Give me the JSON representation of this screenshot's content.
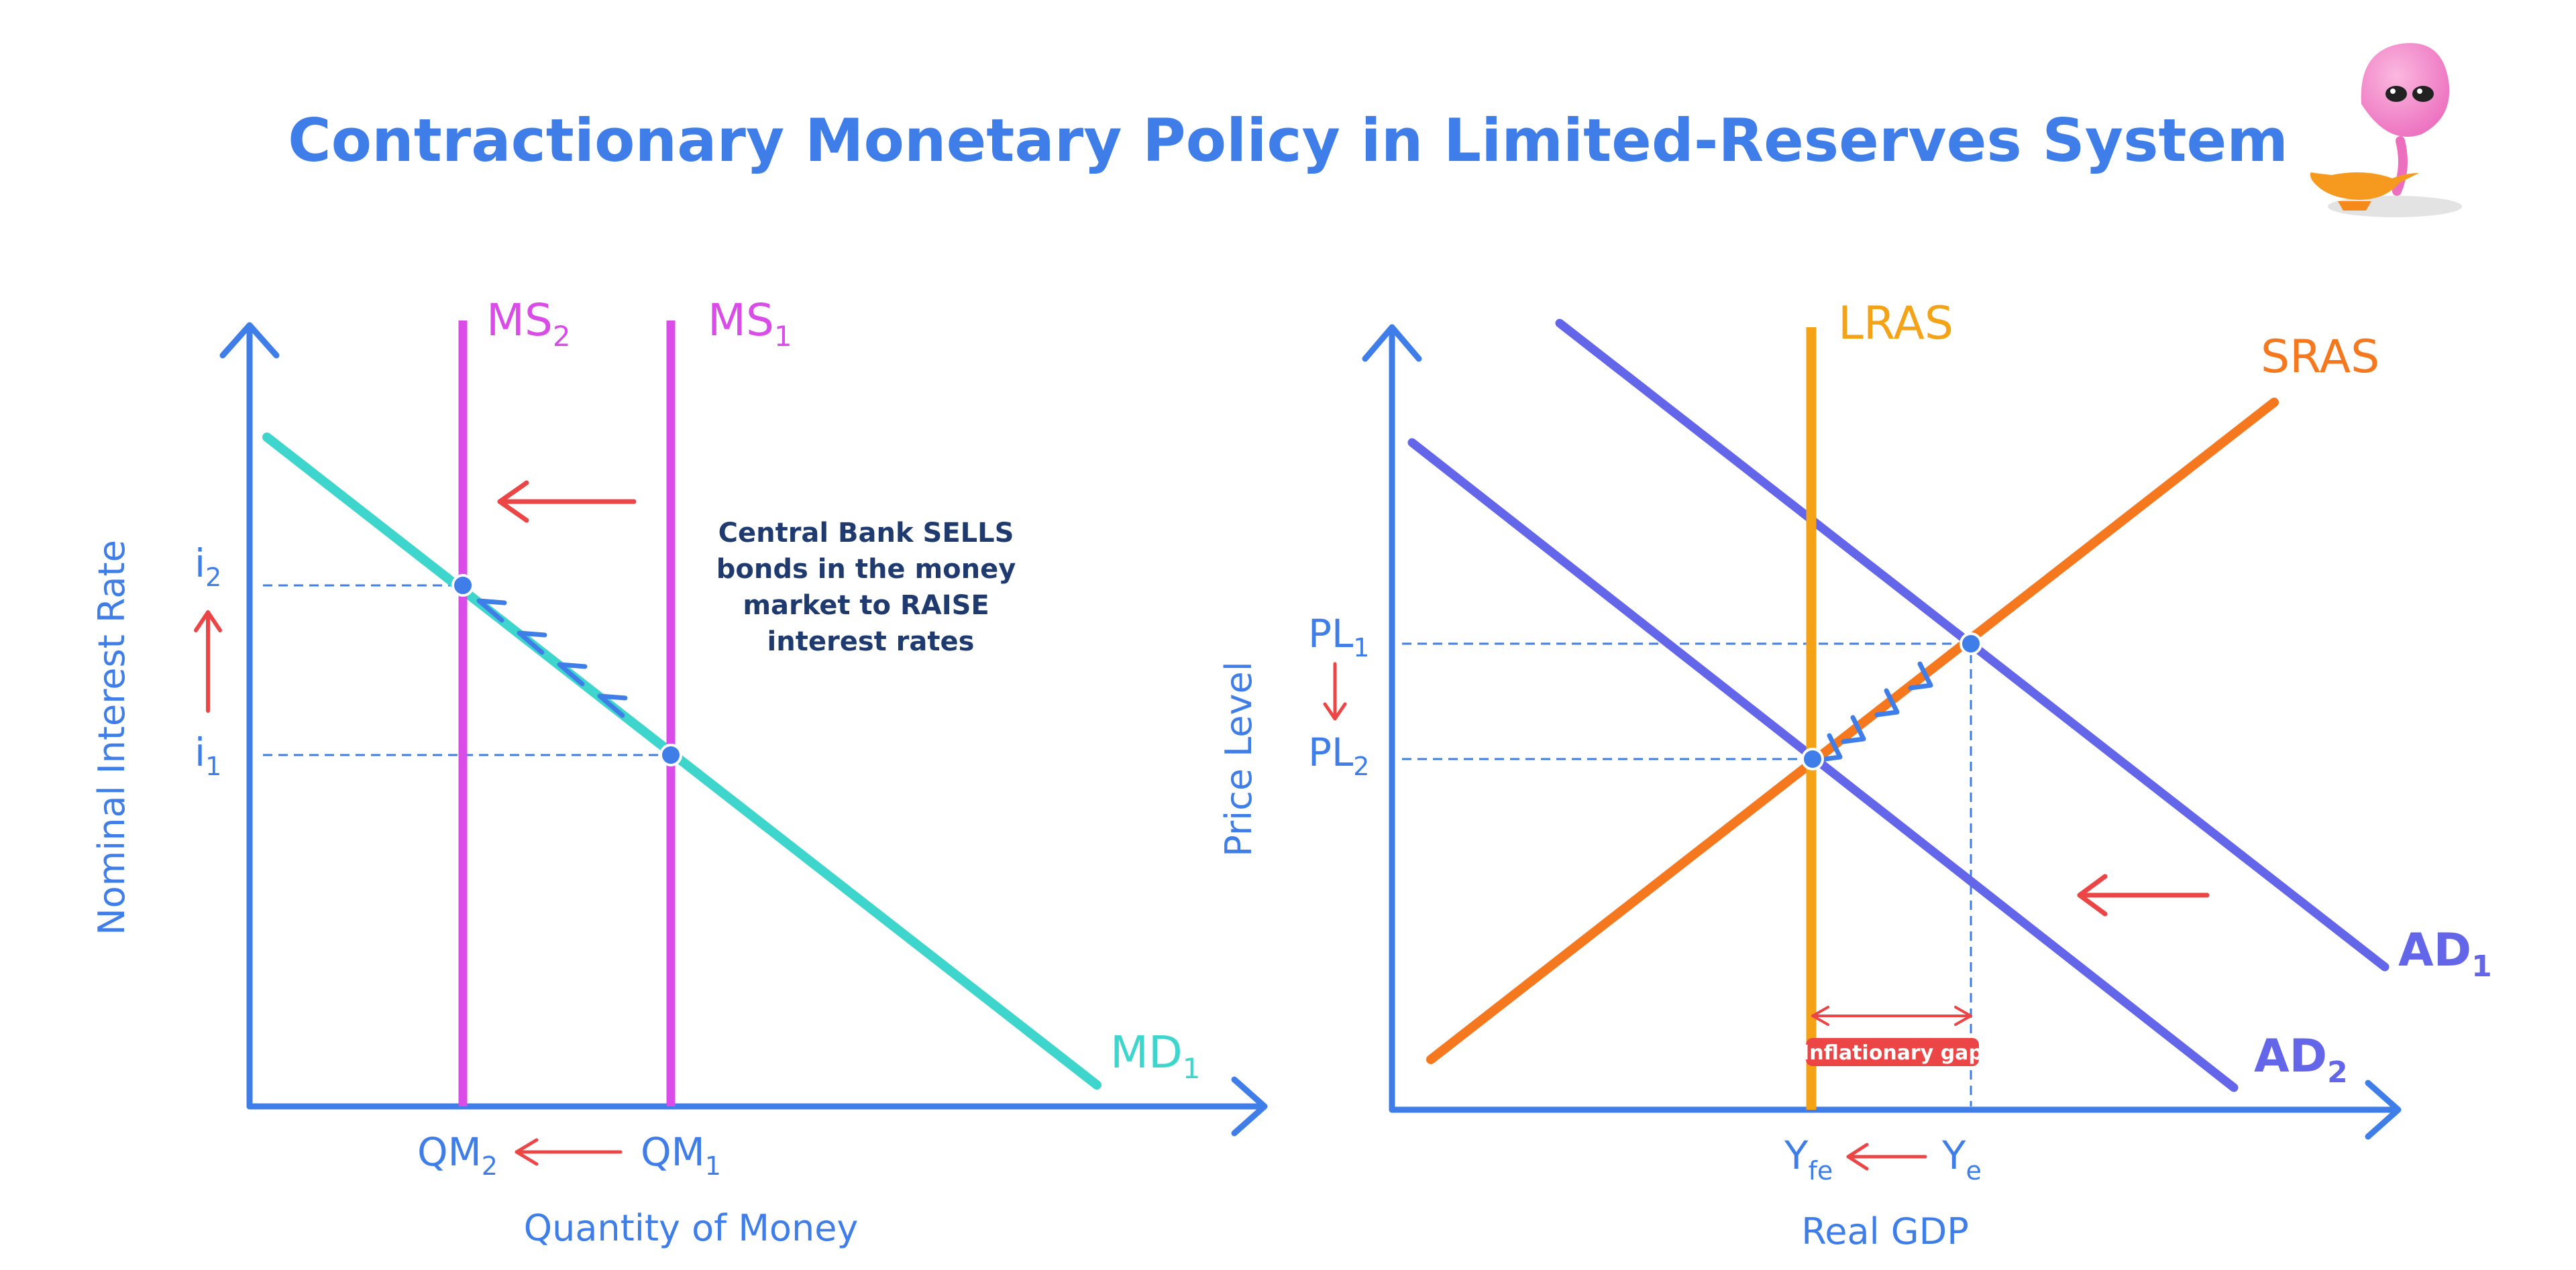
{
  "title": "Contractionary Monetary Policy in Limited-Reserves System",
  "colors": {
    "title": "#3f7ee8",
    "axis": "#3f7ee8",
    "ms": "#d94ce8",
    "md": "#3ed6cc",
    "ad": "#6366e8",
    "sras": "#f5781f",
    "lras": "#f5a316",
    "arrow": "#ec4545",
    "note": "#1e3a6e",
    "gap_bg": "#ec4545"
  },
  "money_market": {
    "y_axis_label": "Nominal Interest Rate",
    "x_axis_label": "Quantity of Money",
    "ms2": {
      "main": "MS",
      "sub": "2"
    },
    "ms1": {
      "main": "MS",
      "sub": "1"
    },
    "md": {
      "main": "MD",
      "sub": "1"
    },
    "i2": {
      "main": "i",
      "sub": "2"
    },
    "i1": {
      "main": "i",
      "sub": "1"
    },
    "qm2": {
      "main": "QM",
      "sub": "2"
    },
    "qm1": {
      "main": "QM",
      "sub": "1"
    },
    "note": [
      "Central Bank SELLS",
      "bonds in the money",
      "market to RAISE",
      "interest rates"
    ]
  },
  "ad_as": {
    "y_axis_label": "Price Level",
    "x_axis_label": "Real GDP",
    "lras": "LRAS",
    "sras": "SRAS",
    "ad1": {
      "main": "AD",
      "sub": "1"
    },
    "ad2": {
      "main": "AD",
      "sub": "2"
    },
    "pl1": {
      "main": "PL",
      "sub": "1"
    },
    "pl2": {
      "main": "PL",
      "sub": "2"
    },
    "yfe": {
      "main": "Y",
      "sub": "fe"
    },
    "ye": {
      "main": "Y",
      "sub": "e"
    },
    "gap_label": "Inflationary gap"
  },
  "mascot": {
    "icon": "genie-mascot-icon",
    "lamp": "magic-lamp-icon"
  }
}
